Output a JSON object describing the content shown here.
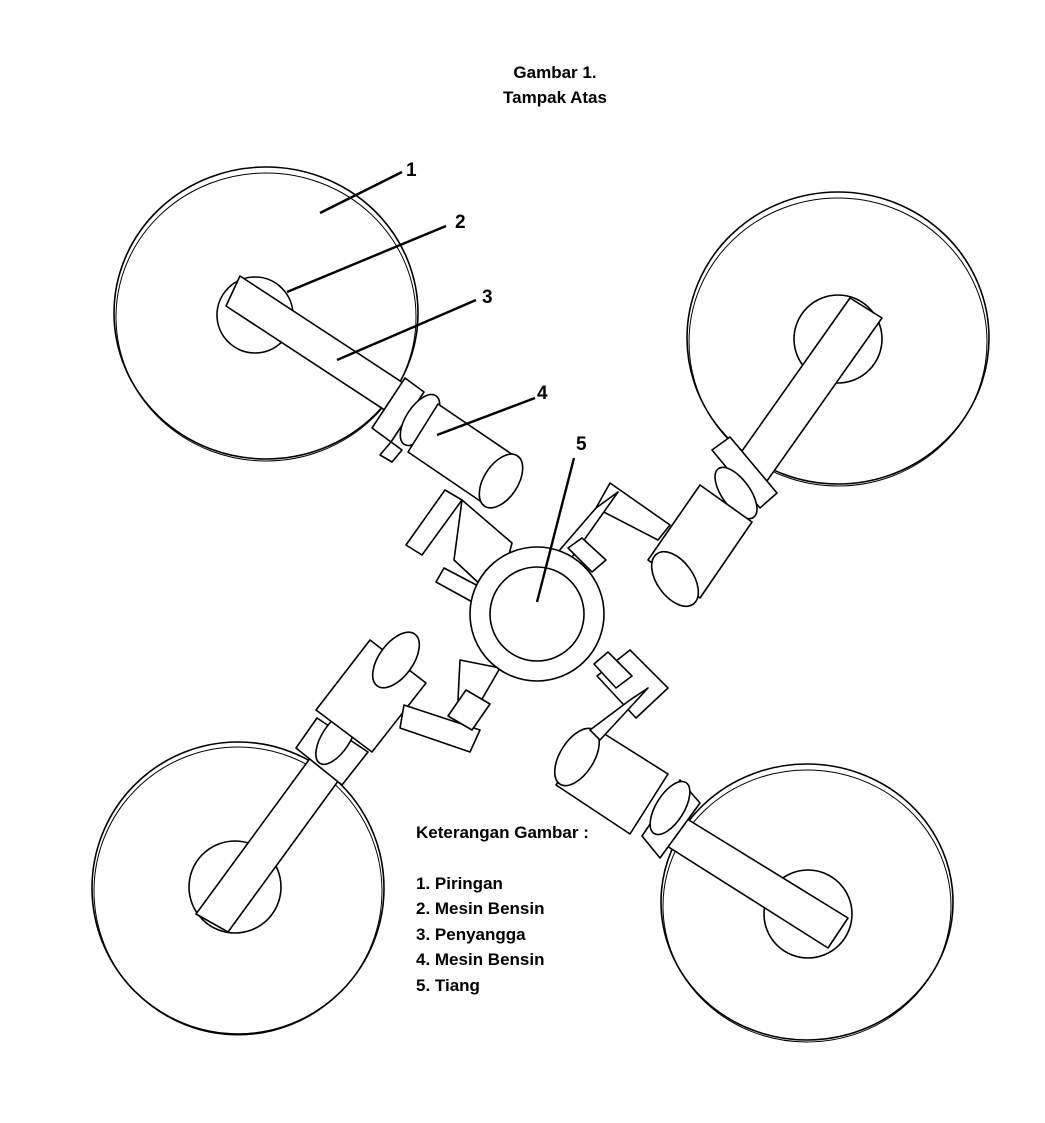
{
  "title": {
    "line1": "Gambar 1.",
    "line2": "Tampak Atas"
  },
  "callouts": [
    "1",
    "2",
    "3",
    "4",
    "5"
  ],
  "legend": {
    "heading": "Keterangan Gambar :",
    "items": [
      "1. Piringan",
      "2. Mesin Bensin",
      "3. Penyangga",
      "4. Mesin Bensin",
      "5. Tiang"
    ]
  }
}
